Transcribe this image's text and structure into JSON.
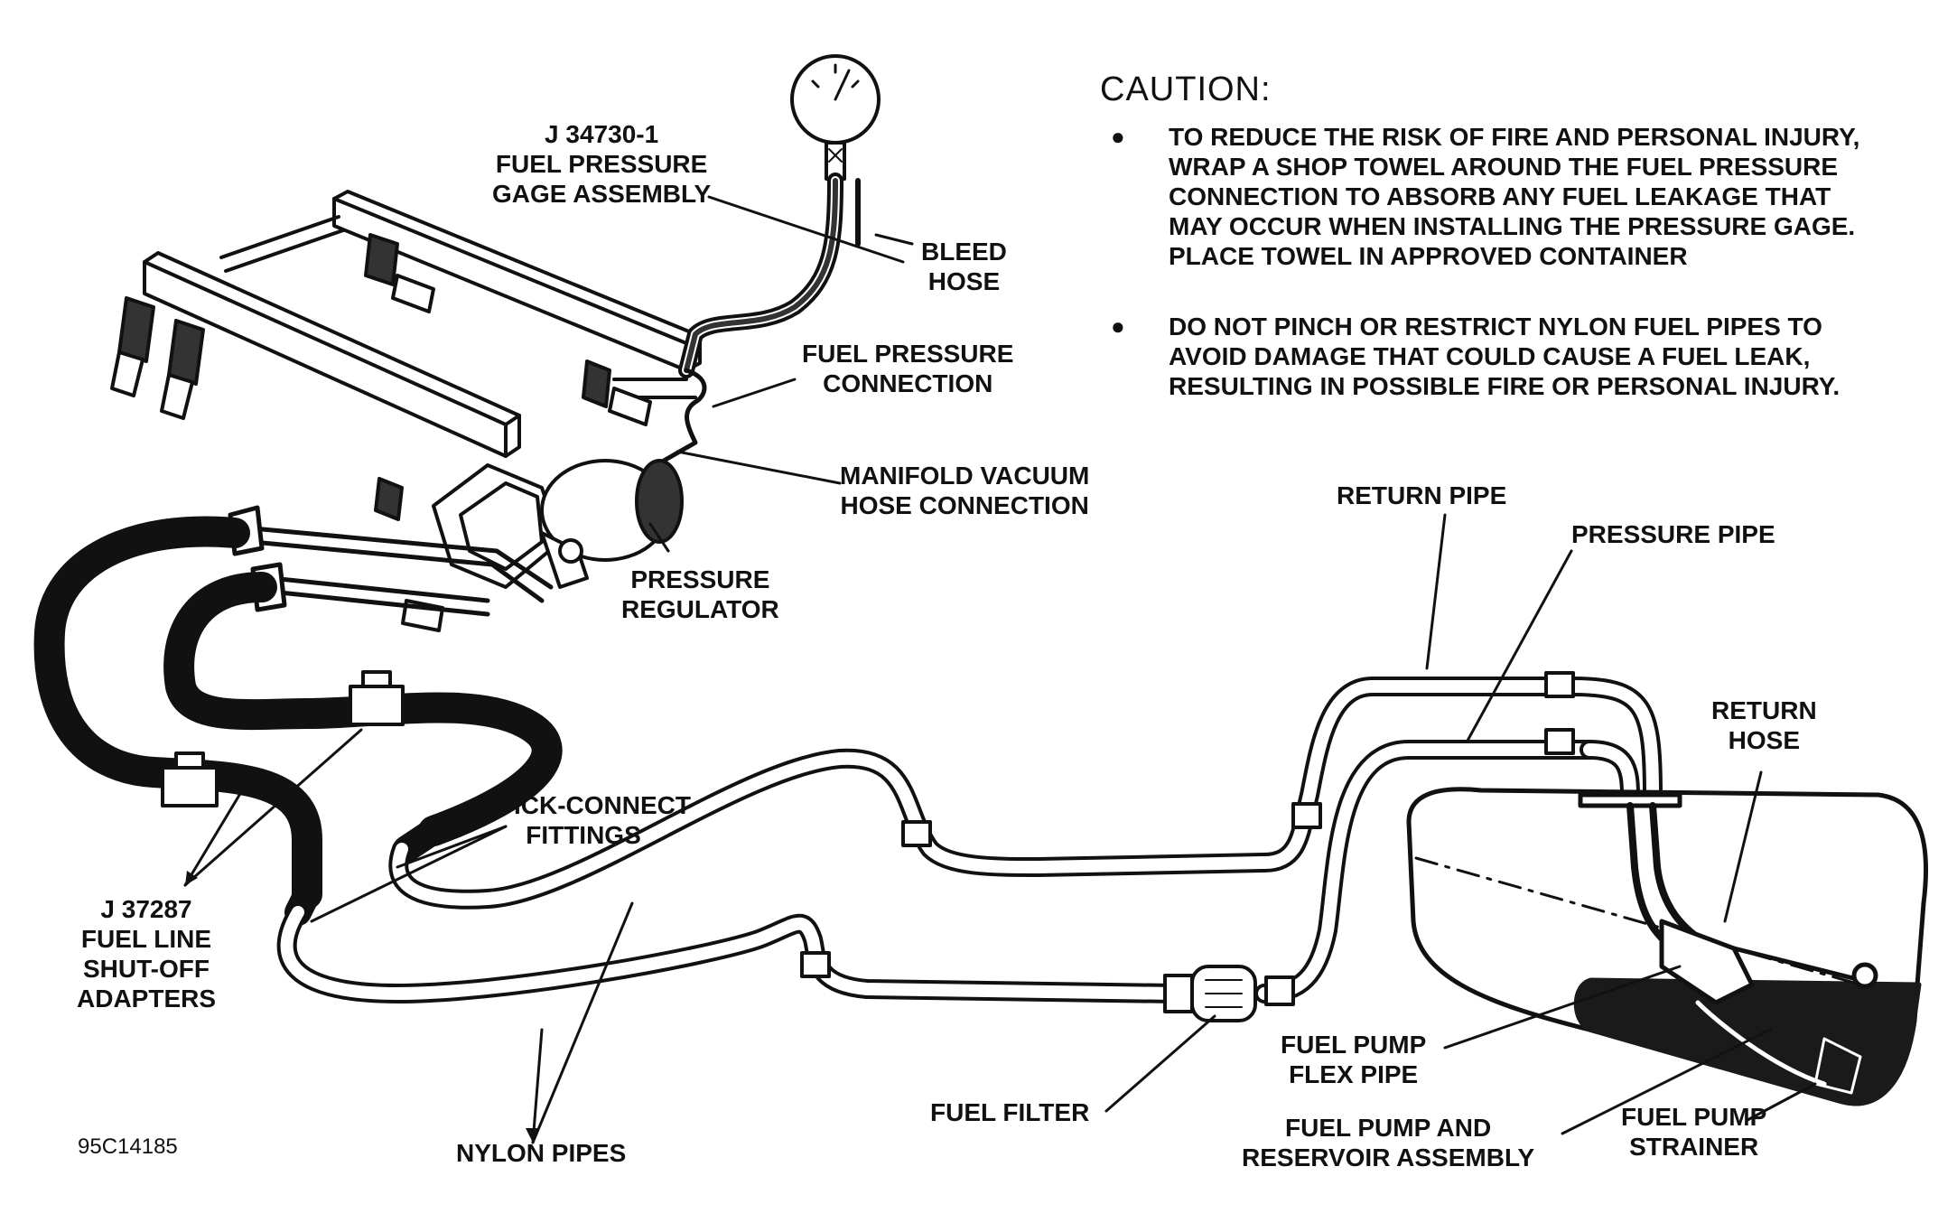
{
  "caution": {
    "title": "CAUTION:",
    "items": [
      {
        "bullet": "●",
        "lines": [
          "TO REDUCE THE RISK OF FIRE AND PERSONAL INJURY,",
          "WRAP A SHOP TOWEL AROUND THE FUEL PRESSURE",
          "CONNECTION TO ABSORB ANY FUEL LEAKAGE THAT",
          "MAY OCCUR WHEN INSTALLING THE PRESSURE GAGE.",
          "PLACE TOWEL IN APPROVED CONTAINER"
        ]
      },
      {
        "bullet": "●",
        "lines": [
          "DO NOT PINCH OR RESTRICT NYLON FUEL PIPES TO",
          "AVOID DAMAGE THAT COULD CAUSE A FUEL LEAK,",
          "RESULTING IN POSSIBLE FIRE OR PERSONAL INJURY."
        ]
      }
    ]
  },
  "labels": {
    "gage_assembly": [
      "J 34730-1",
      "FUEL PRESSURE",
      "GAGE ASSEMBLY"
    ],
    "bleed_hose": [
      "BLEED",
      "HOSE"
    ],
    "fuel_pressure_connection": [
      "FUEL PRESSURE",
      "CONNECTION"
    ],
    "manifold_vacuum": [
      "MANIFOLD VACUUM",
      "HOSE CONNECTION"
    ],
    "pressure_regulator": [
      "PRESSURE",
      "REGULATOR"
    ],
    "return_pipe": [
      "RETURN PIPE"
    ],
    "pressure_pipe": [
      "PRESSURE PIPE"
    ],
    "return_hose": [
      "RETURN",
      "HOSE"
    ],
    "quick_connect": [
      "QUICK-CONNECT",
      "FITTINGS"
    ],
    "shutoff_adapters": [
      "J 37287",
      "FUEL LINE",
      "SHUT-OFF",
      "ADAPTERS"
    ],
    "nylon_pipes": [
      "NYLON PIPES"
    ],
    "fuel_filter": [
      "FUEL FILTER"
    ],
    "flex_pipe": [
      "FUEL PUMP",
      "FLEX PIPE"
    ],
    "pump_reservoir": [
      "FUEL PUMP AND",
      "RESERVOIR ASSEMBLY"
    ],
    "pump_strainer": [
      "FUEL PUMP",
      "STRAINER"
    ]
  },
  "figure_id": "95C14185"
}
